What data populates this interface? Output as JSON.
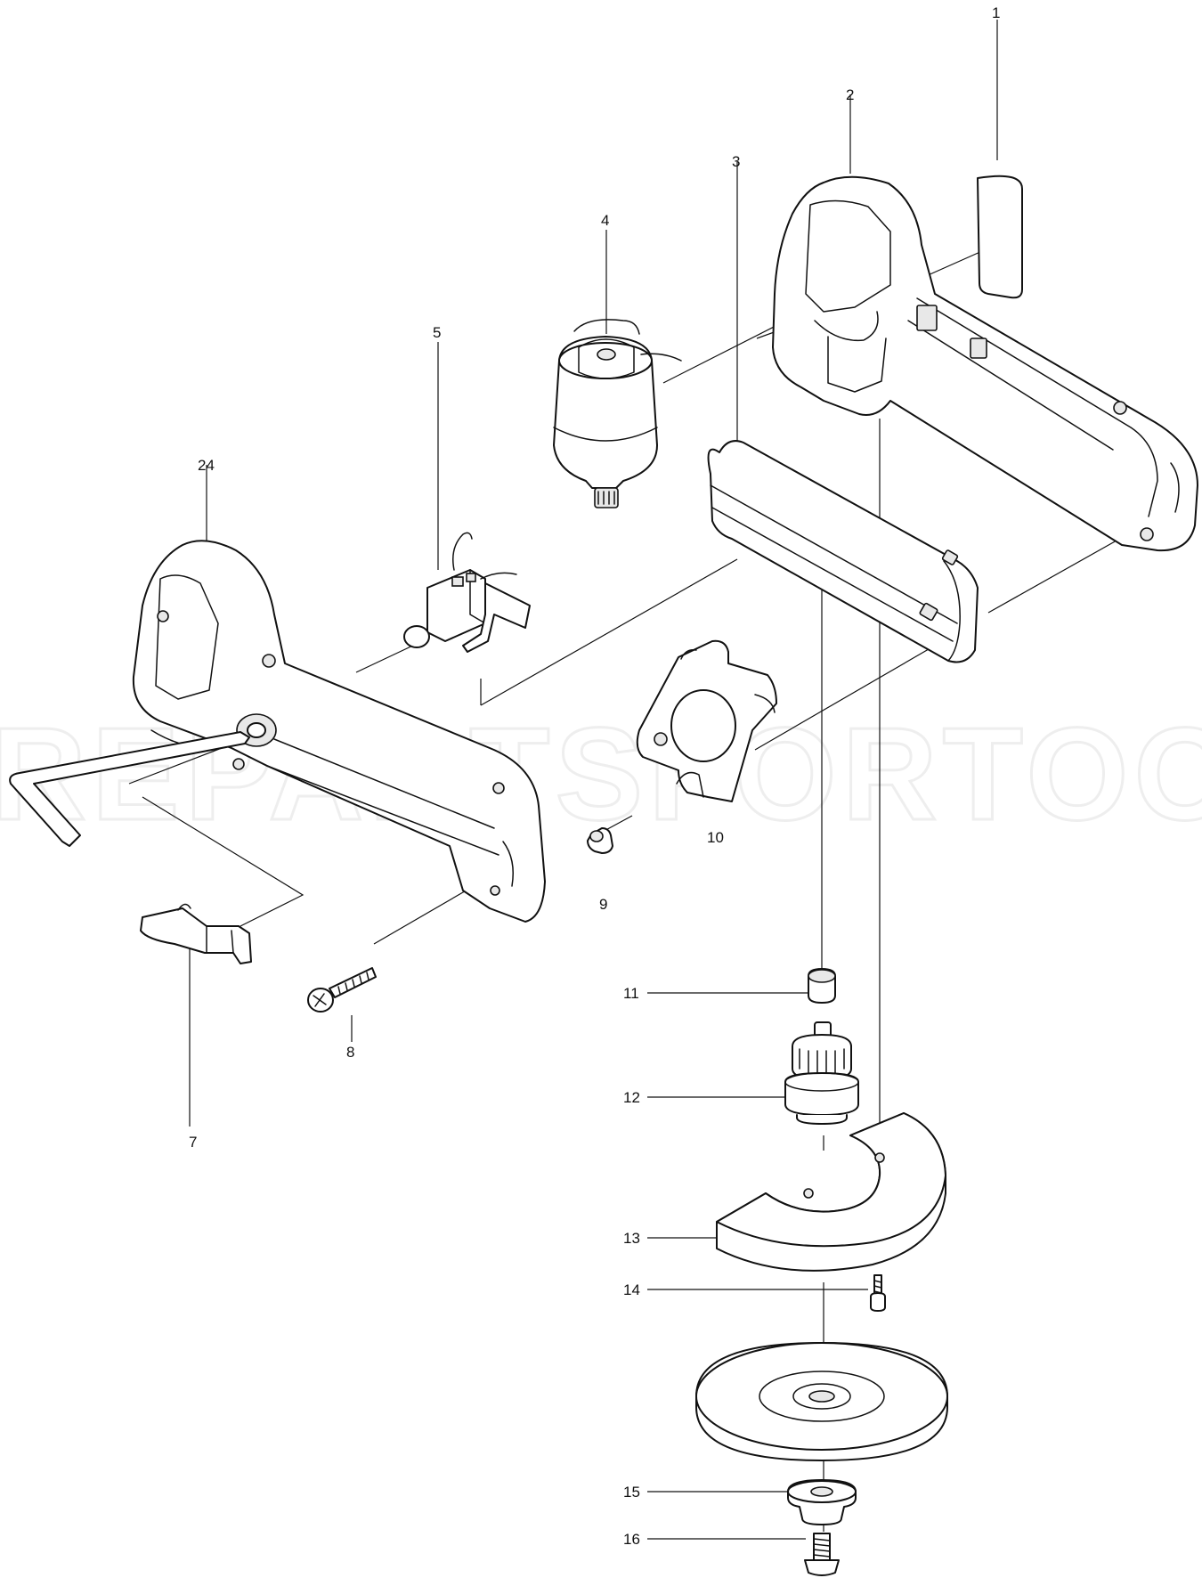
{
  "watermark": "REPARTSFORTOOLS.COM",
  "callouts": {
    "p1": "1",
    "p2": "2",
    "p3": "3",
    "p4": "4",
    "p5": "5",
    "p7": "7",
    "p8": "8",
    "p9": "9",
    "p10": "10",
    "p11": "11",
    "p12": "12",
    "p13": "13",
    "p14": "14",
    "p15": "15",
    "p16": "16",
    "p24": "24"
  }
}
